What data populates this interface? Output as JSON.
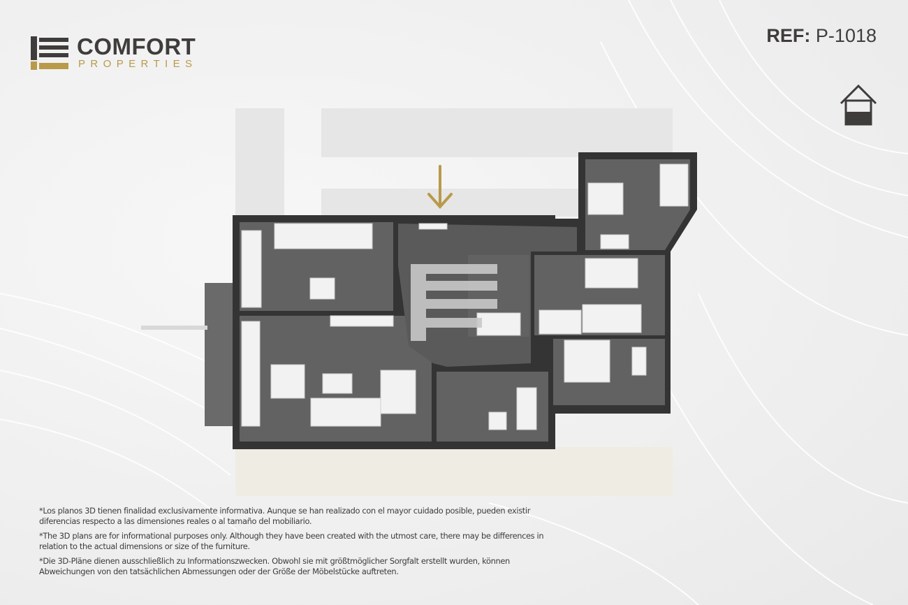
{
  "brand": {
    "name": "COMFORT",
    "tagline": "PROPERTIES",
    "colors": {
      "dark": "#3f3d3b",
      "gold": "#b89a4a"
    }
  },
  "reference": {
    "label": "REF:",
    "value": "P-1018"
  },
  "icons": {
    "home": "home-outline-icon",
    "entrance": "arrow-down-icon"
  },
  "disclaimer": [
    "*Los planos 3D tienen finalidad exclusivamente informativa. Aunque se han realizado con el mayor cuidado posible, pueden existir diferencias respecto a las dimensiones reales o al tamaño del mobiliario.",
    "*The 3D plans are for informational purposes only. Although they have been created with the utmost care, there may be differences in relation to the actual dimensions or size of the furniture.",
    "*Die 3D-Pläne dienen ausschließlich zu Informationszwecken. Obwohl sie mit größtmöglicher Sorgfalt erstellt wurden, können Abweichungen von den tatsächlichen Abmessungen oder der Größe der Möbelstücke auftreten."
  ]
}
